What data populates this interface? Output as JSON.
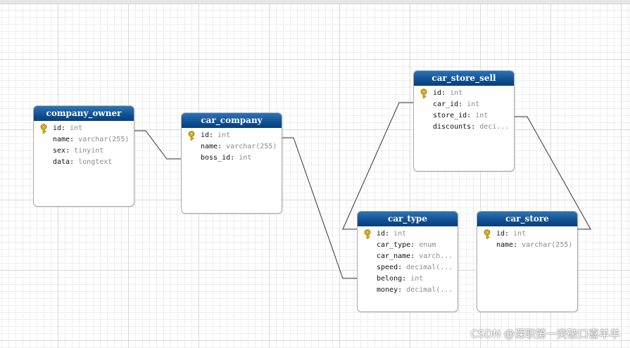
{
  "tables": [
    {
      "key": "company_owner",
      "name": "company_owner",
      "columns": [
        {
          "name": "id",
          "type": "int",
          "pk": true
        },
        {
          "name": "name",
          "type": "varchar(255)"
        },
        {
          "name": "sex",
          "type": "tinyint"
        },
        {
          "name": "data",
          "type": "longtext"
        }
      ]
    },
    {
      "key": "car_company",
      "name": "car_company",
      "columns": [
        {
          "name": "id",
          "type": "int",
          "pk": true
        },
        {
          "name": "name",
          "type": "varchar(255)"
        },
        {
          "name": "boss_id",
          "type": "int"
        }
      ]
    },
    {
      "key": "car_store_sell",
      "name": "car_store_sell",
      "columns": [
        {
          "name": "id",
          "type": "int",
          "pk": true
        },
        {
          "name": "car_id",
          "type": "int"
        },
        {
          "name": "store_id",
          "type": "int"
        },
        {
          "name": "discounts",
          "type": "deci..."
        }
      ]
    },
    {
      "key": "car_type",
      "name": "car_type",
      "columns": [
        {
          "name": "id",
          "type": "int",
          "pk": true
        },
        {
          "name": "car_type",
          "type": "enum"
        },
        {
          "name": "car_name",
          "type": "varch..."
        },
        {
          "name": "speed",
          "type": "decimal(..."
        },
        {
          "name": "belong",
          "type": "int"
        },
        {
          "name": "money",
          "type": "decimal(..."
        }
      ]
    },
    {
      "key": "car_store",
      "name": "car_store",
      "columns": [
        {
          "name": "id",
          "type": "int",
          "pk": true
        },
        {
          "name": "name",
          "type": "varchar(255)"
        }
      ]
    }
  ],
  "relations": [
    {
      "from": "company_owner",
      "to": "car_company"
    },
    {
      "from": "car_company",
      "to": "car_type"
    },
    {
      "from": "car_type",
      "to": "car_store_sell"
    },
    {
      "from": "car_store_sell",
      "to": "car_store"
    }
  ],
  "watermark": "CSDN @深职第一突破口喜羊羊",
  "colors": {
    "header": "#0d4a8b",
    "key_icon": "#f2c200",
    "line": "#333333"
  }
}
